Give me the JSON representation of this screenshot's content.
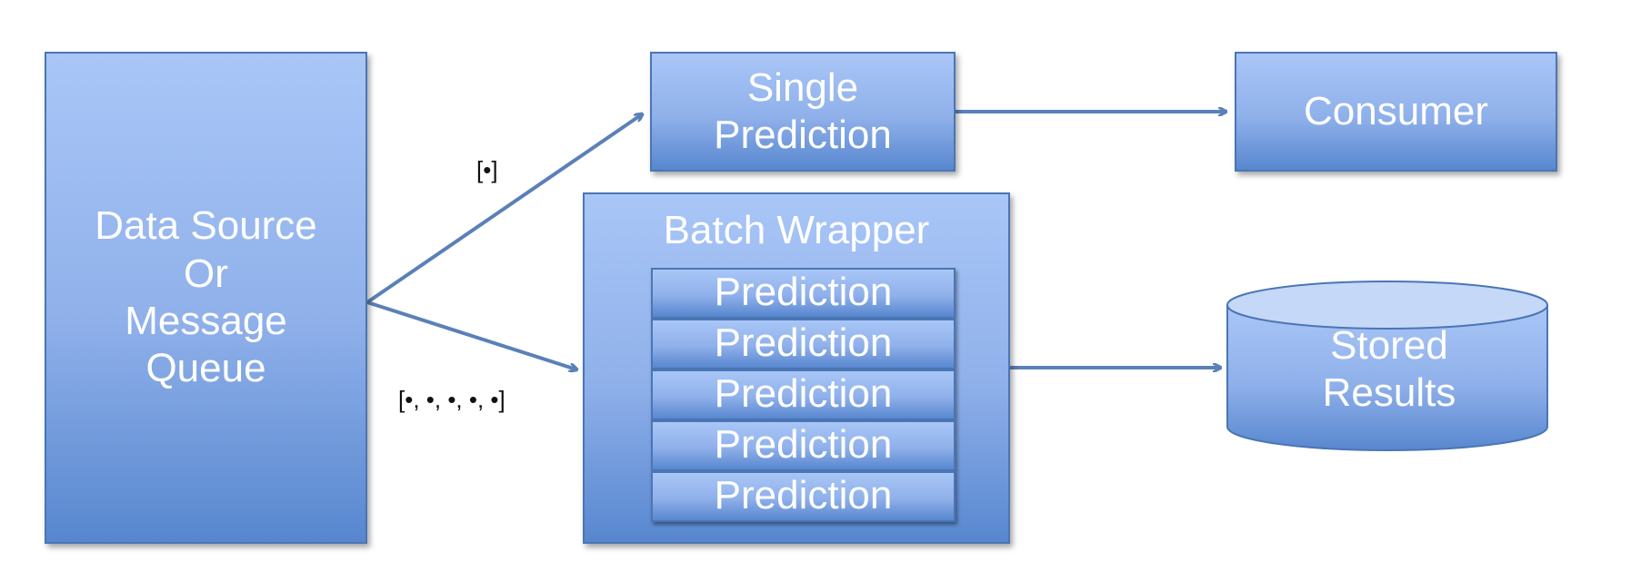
{
  "nodes": {
    "data_source": {
      "lines": [
        "Data Source",
        "Or",
        "Message",
        "Queue"
      ]
    },
    "single_prediction": {
      "lines": [
        "Single",
        "Prediction"
      ]
    },
    "consumer": {
      "lines": [
        "Consumer"
      ]
    },
    "batch_wrapper": {
      "title": "Batch Wrapper",
      "predictions": [
        "Prediction",
        "Prediction",
        "Prediction",
        "Prediction",
        "Prediction"
      ]
    },
    "stored_results": {
      "lines": [
        "Stored",
        "Results"
      ]
    }
  },
  "edges": {
    "single_label": "[•]",
    "batch_label": "[•, •, •, •, •]"
  },
  "colors": {
    "box_top": "#a9c6f7",
    "box_bottom": "#5887cf",
    "border": "#4a76b4",
    "arrow": "#5b80b8",
    "text": "#ffffff"
  }
}
